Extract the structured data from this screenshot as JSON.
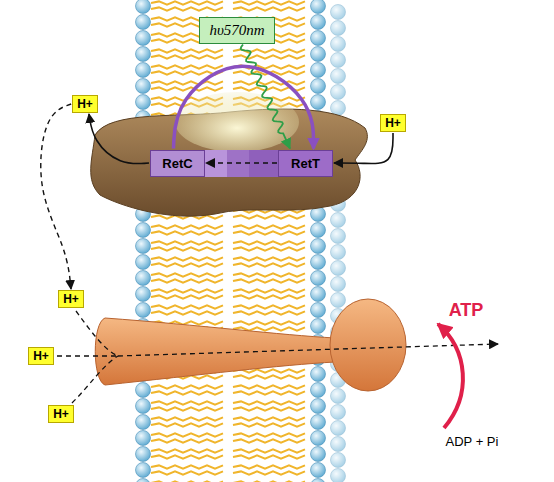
{
  "diagram": {
    "nodes": [
      {
        "text": [
          "hυ570nm"
        ]
      },
      {
        "text": [
          "H+"
        ]
      },
      {
        "text": [
          "H+"
        ]
      },
      {
        "text": [
          "RetC"
        ]
      },
      {
        "text": [
          "RetT"
        ]
      },
      {
        "text": [
          "H+"
        ]
      },
      {
        "text": [
          "H+"
        ]
      },
      {
        "text": [
          "H+"
        ]
      }
    ],
    "edges": [
      {
        "from": 0,
        "to": 4,
        "arrow": "to"
      },
      {
        "from": 3,
        "to": 4,
        "arrow": "to"
      },
      {
        "from": 4,
        "to": 3,
        "arrow": "to"
      },
      {
        "from": 3,
        "to": 1,
        "arrow": "to"
      },
      {
        "from": 2,
        "to": 4,
        "arrow": "to"
      },
      {
        "from": 1,
        "to": 5,
        "arrow": "to"
      }
    ],
    "labels": [
      "ATP",
      "ADP + Pi"
    ]
  }
}
